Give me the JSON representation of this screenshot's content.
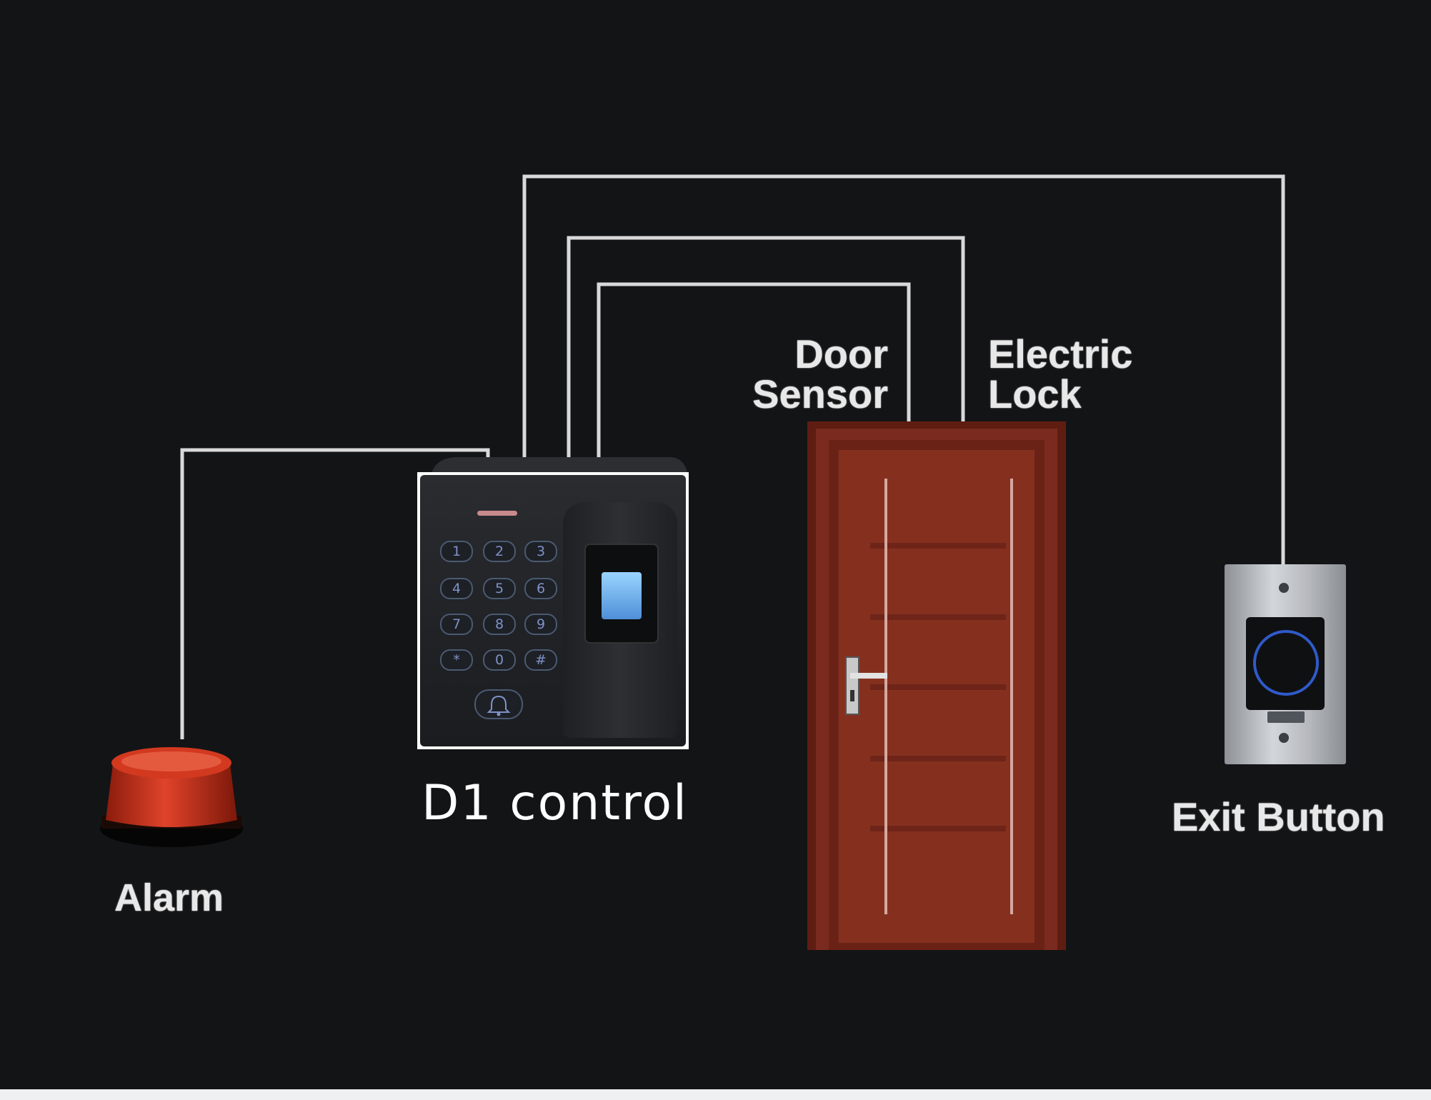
{
  "diagram": {
    "labels": {
      "door_sensor_line1": "Door",
      "door_sensor_line2": "Sensor",
      "electric_lock_line1": "Electric",
      "electric_lock_line2": "Lock",
      "alarm": "Alarm",
      "exit_button": "Exit Button",
      "controller": "D1 control"
    },
    "keypad": {
      "keys": [
        "1",
        "2",
        "3",
        "4",
        "5",
        "6",
        "7",
        "8",
        "9",
        "*",
        "0",
        "#"
      ]
    },
    "colors": {
      "background": "#131416",
      "wire": "#d9d9d9",
      "door": "#7a2a1e",
      "alarm": "#d5381c",
      "label": "#e8e8e8"
    },
    "icons": [
      "bell-icon",
      "fingerprint-sensor-icon",
      "touch-ring-icon"
    ]
  }
}
